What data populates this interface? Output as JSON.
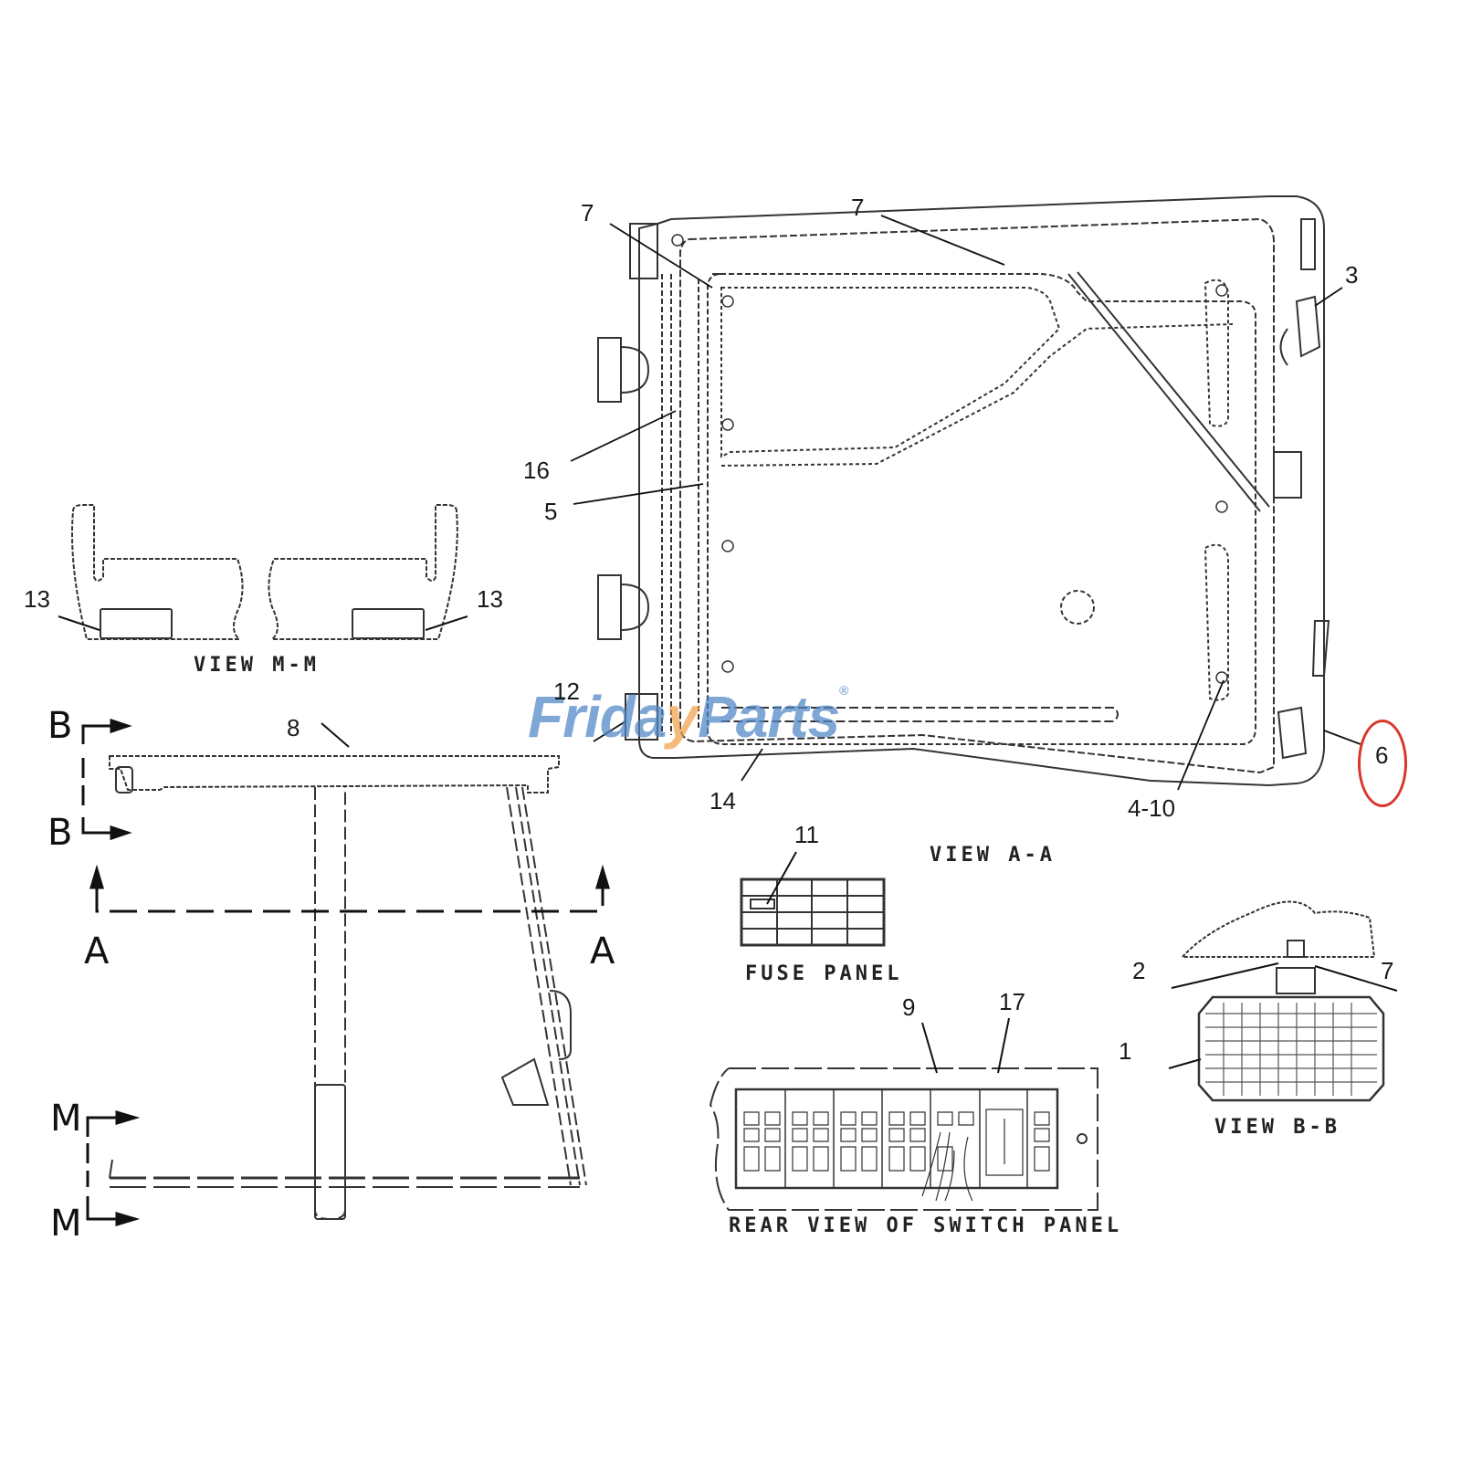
{
  "diagram": {
    "type": "parts-illustration",
    "views": {
      "view_aa": {
        "caption": "VIEW A-A"
      },
      "view_mm": {
        "caption": "VIEW M-M"
      },
      "view_bb": {
        "caption": "VIEW B-B"
      },
      "fuse_panel": {
        "caption": "FUSE PANEL"
      },
      "switch_panel": {
        "caption": "REAR VIEW OF SWITCH PANEL"
      }
    },
    "section_markers": {
      "b_top": "B",
      "b_bottom": "B",
      "a_left": "A",
      "a_right": "A",
      "m_top": "M",
      "m_bottom": "M"
    },
    "callouts": {
      "c7_left": "7",
      "c7_top": "7",
      "c3": "3",
      "c16": "16",
      "c5": "5",
      "c12": "12",
      "c14": "14",
      "c4_10": "4-10",
      "c6": "6",
      "c13_left": "13",
      "c13_right": "13",
      "c8": "8",
      "c11": "11",
      "c9": "9",
      "c17": "17",
      "c2": "2",
      "c7_bb": "7",
      "c1": "1"
    },
    "highlighted_callout": "6",
    "highlight_color": "#d9362b",
    "watermark": {
      "part1": "Frida",
      "part2": "y",
      "part3": "Parts",
      "reg": "®",
      "colors": {
        "blue": "#4f86c6",
        "orange": "#f0a24a"
      }
    }
  }
}
